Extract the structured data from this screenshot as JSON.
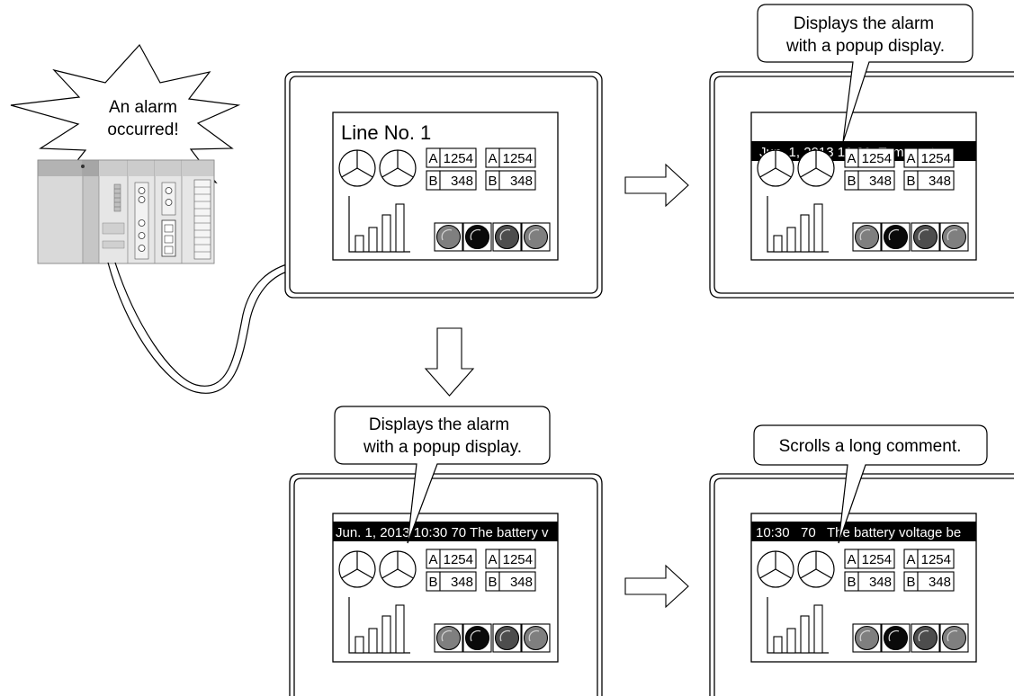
{
  "burst": {
    "line1": "An alarm",
    "line2": "occurred!"
  },
  "screen_main": {
    "title": "Line No. 1",
    "data_rows": [
      {
        "label": "A",
        "value": "1254"
      },
      {
        "label": "B",
        "value": "348"
      }
    ]
  },
  "screen_top_right": {
    "callout": {
      "line1": "Displays the alarm",
      "line2": "with a popup display."
    },
    "banner": "Jun. 1, 2013 10:30  Temperature"
  },
  "screen_bottom_left": {
    "callout": {
      "line1": "Displays the alarm",
      "line2": "with a popup display."
    },
    "banner": "Jun. 1, 2013 10:30 70 The battery v"
  },
  "screen_bottom_right": {
    "callout": {
      "line1": "Scrolls a long comment."
    },
    "banner": "10:30   70   The battery voltage be"
  },
  "colors": {
    "banner_bg": "#000000",
    "banner_text": "#ffffff",
    "plc_module": "#d9d9d9",
    "plc_dark": "#b3b3b3",
    "lamp_gray": "#7f7f7f",
    "lamp_black": "#0a0a0a",
    "lamp_dark": "#4d4d4d"
  },
  "icons": {
    "plc": "plc-unit-icon",
    "arrow": "arrow-right-icon",
    "arrow_down": "arrow-down-icon",
    "pie": "pie-gauge-icon",
    "lamp": "lamp-icon"
  }
}
